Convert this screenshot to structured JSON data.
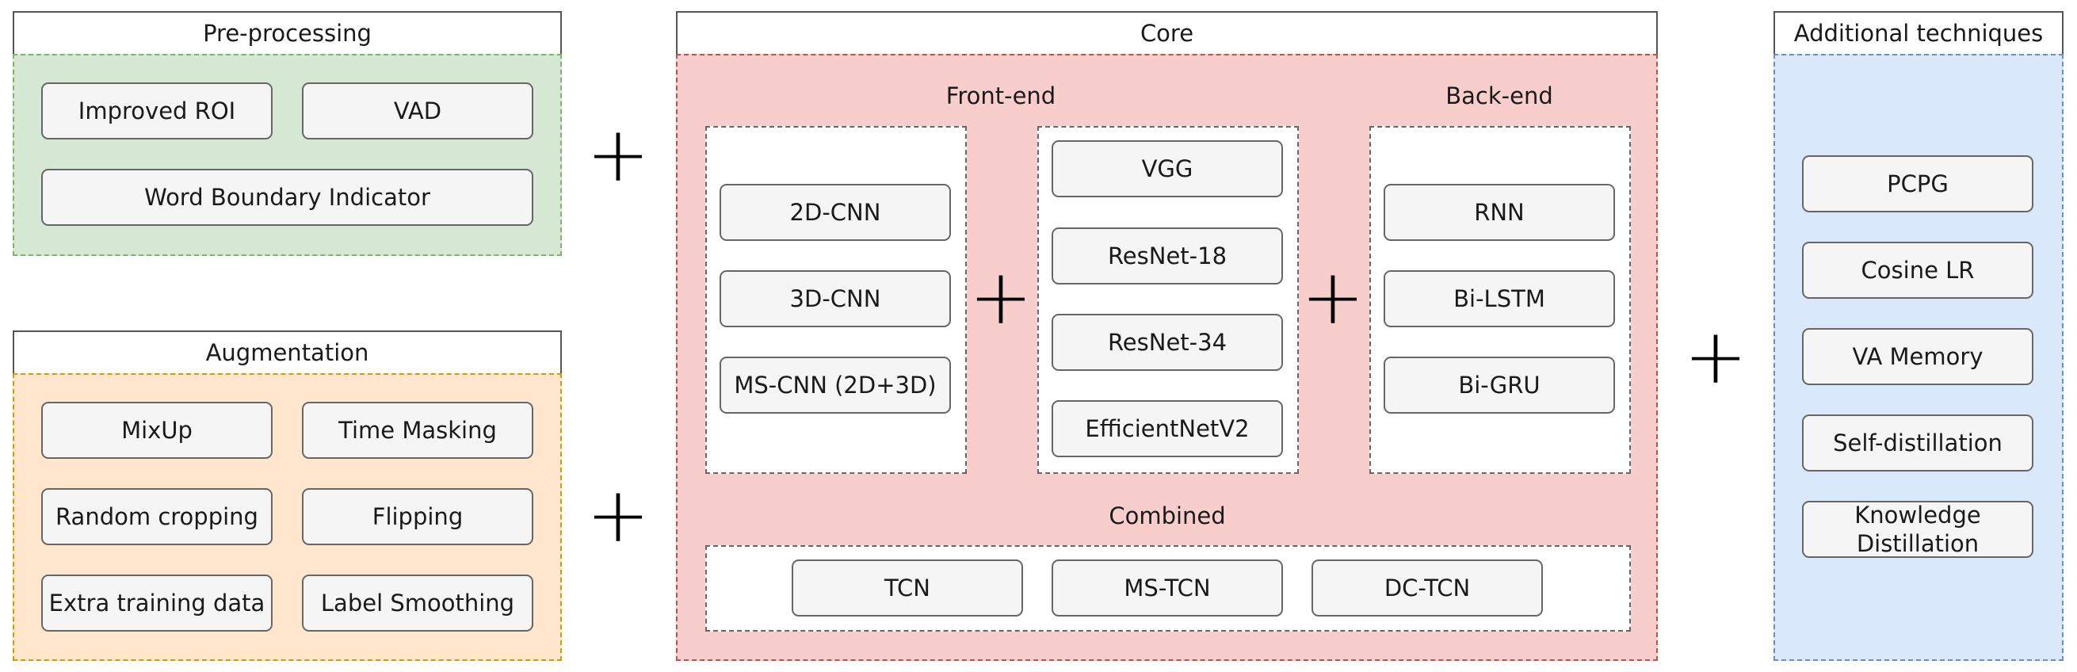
{
  "preprocessing": {
    "title": "Pre-processing",
    "items": [
      "Improved ROI",
      "VAD",
      "Word Boundary Indicator"
    ]
  },
  "augmentation": {
    "title": "Augmentation",
    "items": [
      "MixUp",
      "Time Masking",
      "Random cropping",
      "Flipping",
      "Extra training data",
      "Label Smoothing"
    ]
  },
  "core": {
    "title": "Core",
    "frontend_label": "Front-end",
    "backend_label": "Back-end",
    "combined_label": "Combined",
    "frontend_group1": [
      "2D-CNN",
      "3D-CNN",
      "MS-CNN (2D+3D)"
    ],
    "frontend_group2": [
      "VGG",
      "ResNet-18",
      "ResNet-34",
      "EfficientNetV2"
    ],
    "backend": [
      "RNN",
      "Bi-LSTM",
      "Bi-GRU"
    ],
    "combined": [
      "TCN",
      "MS-TCN",
      "DC-TCN"
    ]
  },
  "additional": {
    "title": "Additional techniques",
    "items": [
      "PCPG",
      "Cosine LR",
      "VA Memory",
      "Self-distillation",
      "Knowledge Distillation"
    ]
  },
  "operator": "+",
  "colors": {
    "preprocessing_fill": "#d5e8d4",
    "augmentation_fill": "#ffe6cc",
    "core_fill": "#f8cecc",
    "additional_fill": "#dae8fc",
    "node_fill": "#f5f5f5"
  }
}
